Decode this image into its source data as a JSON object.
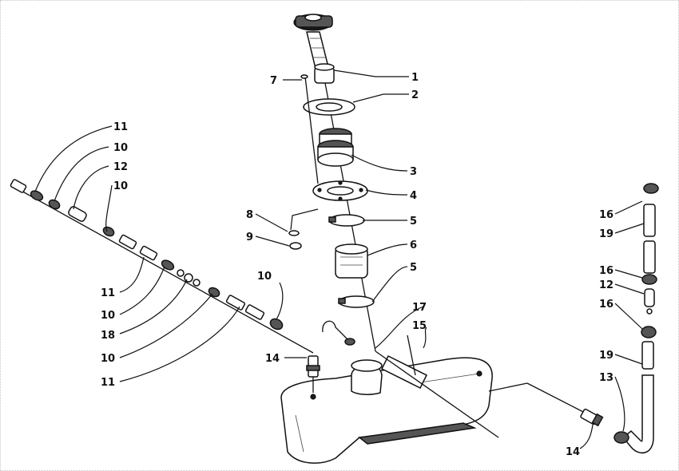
{
  "callouts": [
    {
      "id": "c1",
      "text": "1"
    },
    {
      "id": "c2",
      "text": "2"
    },
    {
      "id": "c3",
      "text": "3"
    },
    {
      "id": "c4",
      "text": "4"
    },
    {
      "id": "c5a",
      "text": "5"
    },
    {
      "id": "c6",
      "text": "6"
    },
    {
      "id": "c5b",
      "text": "5"
    },
    {
      "id": "c7",
      "text": "7"
    },
    {
      "id": "c8",
      "text": "8"
    },
    {
      "id": "c9",
      "text": "9"
    },
    {
      "id": "c17",
      "text": "17"
    },
    {
      "id": "c15",
      "text": "15"
    },
    {
      "id": "c10m",
      "text": "10"
    },
    {
      "id": "c14m",
      "text": "14"
    },
    {
      "id": "c11a",
      "text": "11"
    },
    {
      "id": "c10a",
      "text": "10"
    },
    {
      "id": "c12a",
      "text": "12"
    },
    {
      "id": "c10b",
      "text": "10"
    },
    {
      "id": "c11b",
      "text": "11"
    },
    {
      "id": "c10c",
      "text": "10"
    },
    {
      "id": "c18",
      "text": "18"
    },
    {
      "id": "c10d",
      "text": "10"
    },
    {
      "id": "c11c",
      "text": "11"
    },
    {
      "id": "c16a",
      "text": "16"
    },
    {
      "id": "c19a",
      "text": "19"
    },
    {
      "id": "c16b",
      "text": "16"
    },
    {
      "id": "c12b",
      "text": "12"
    },
    {
      "id": "c16c",
      "text": "16"
    },
    {
      "id": "c19b",
      "text": "19"
    },
    {
      "id": "c13",
      "text": "13"
    },
    {
      "id": "c14r",
      "text": "14"
    }
  ]
}
